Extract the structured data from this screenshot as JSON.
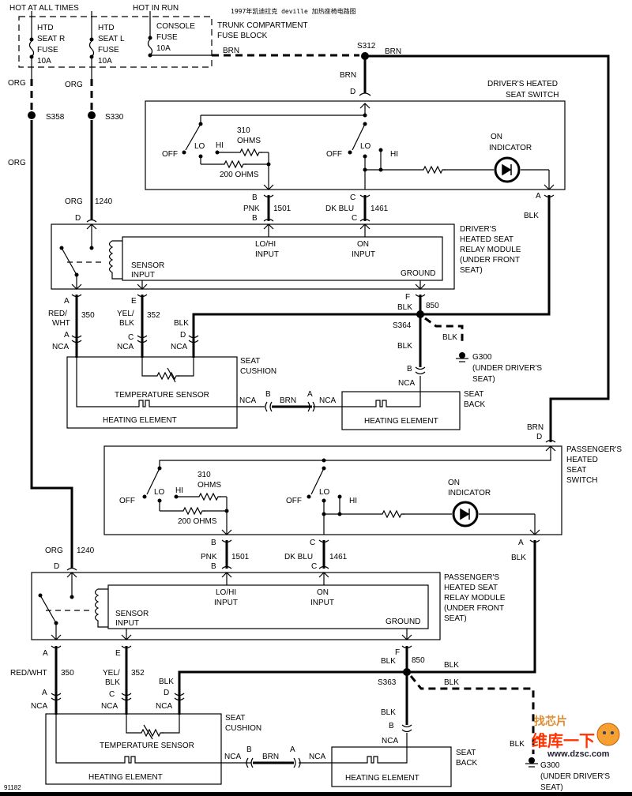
{
  "title": "1997年凯迪拉克 deville 加热座椅电路图",
  "figure_id": "91182",
  "watermark": {
    "cn": "维库一下",
    "url": "www.dzsc.com",
    "small": "找芯片"
  },
  "power": {
    "hot_at_all_times": "HOT AT ALL TIMES",
    "hot_in_run": "HOT IN RUN",
    "fuse_block": [
      "TRUNK COMPARTMENT",
      "FUSE BLOCK"
    ],
    "fuses": [
      {
        "lines": [
          "HTD",
          "SEAT R",
          "FUSE",
          "10A"
        ]
      },
      {
        "lines": [
          "HTD",
          "SEAT L",
          "FUSE",
          "10A"
        ]
      },
      {
        "lines": [
          "CONSOLE",
          "FUSE",
          "10A"
        ]
      }
    ]
  },
  "wires": {
    "brn": "BRN",
    "org": "ORG",
    "blk": "BLK",
    "pnk": "PNK",
    "dk_blu": "DK BLU",
    "red_wht_split": [
      "RED/",
      "WHT"
    ],
    "red_wht": "RED/WHT",
    "yel_blk": [
      "YEL/",
      "BLK"
    ],
    "c1240": "1240",
    "c1501": "1501",
    "c1461": "1461",
    "c350": "350",
    "c352": "352",
    "c850": "850"
  },
  "splices": {
    "s312": "S312",
    "s358": "S358",
    "s330": "S330",
    "s364": "S364",
    "s363": "S363"
  },
  "pins": {
    "a": "A",
    "b": "B",
    "c": "C",
    "d": "D",
    "e": "E",
    "f": "F",
    "nca": "NCA"
  },
  "switch": {
    "off": "OFF",
    "lo": "LO",
    "hi": "HI",
    "r310": [
      "310",
      "OHMS"
    ],
    "r200": "200 OHMS",
    "on_indicator": [
      "ON",
      "INDICATOR"
    ]
  },
  "driver": {
    "switch_label": [
      "DRIVER'S HEATED",
      "SEAT SWITCH"
    ],
    "relay_label": [
      "DRIVER'S",
      "HEATED SEAT",
      "RELAY MODULE",
      "(UNDER FRONT",
      "SEAT)"
    ],
    "ground": [
      "G300",
      "(UNDER DRIVER'S",
      "SEAT)"
    ]
  },
  "passenger": {
    "switch_label": [
      "PASSENGER'S",
      "HEATED",
      "SEAT",
      "SWITCH"
    ],
    "relay_label": [
      "PASSENGER'S",
      "HEATED SEAT",
      "RELAY MODULE",
      "(UNDER FRONT",
      "SEAT)"
    ],
    "ground": [
      "G300",
      "(UNDER DRIVER'S",
      "SEAT)"
    ]
  },
  "relay": {
    "lohi_input": [
      "LO/HI",
      "INPUT"
    ],
    "on_input": [
      "ON",
      "INPUT"
    ],
    "sensor_input": [
      "SENSOR",
      "INPUT"
    ],
    "ground": "GROUND"
  },
  "seat": {
    "cushion": [
      "SEAT",
      "CUSHION"
    ],
    "back": [
      "SEAT",
      "BACK"
    ],
    "temp_sensor": "TEMPERATURE SENSOR",
    "heating_element": "HEATING ELEMENT"
  }
}
